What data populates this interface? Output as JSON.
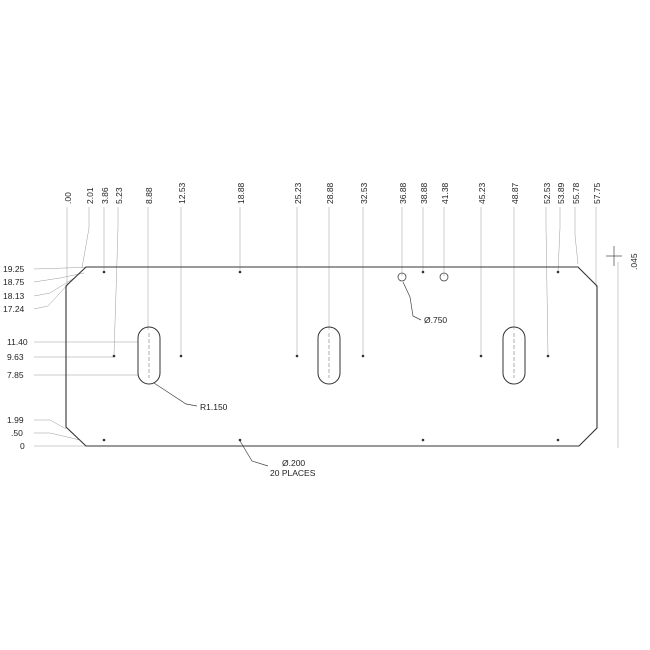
{
  "x_dims": [
    ".00",
    "2.01",
    "3.86",
    "5.23",
    "8.88",
    "12.53",
    "18.88",
    "25.23",
    "28.88",
    "32.53",
    "36.88",
    "38.88",
    "41.38",
    "45.23",
    "48.87",
    "52.53",
    "53.89",
    "55.78",
    "57.75"
  ],
  "y_dims": [
    "19.25",
    "18.75",
    "18.13",
    "17.24",
    "11.40",
    "9.63",
    "7.85",
    "1.99",
    ".50",
    "0"
  ],
  "callouts": {
    "thickness": ".045",
    "large_hole": "Ø.750",
    "slot_radius": "R1.150",
    "small_hole": "Ø.200",
    "small_hole_count": "20 PLACES"
  }
}
